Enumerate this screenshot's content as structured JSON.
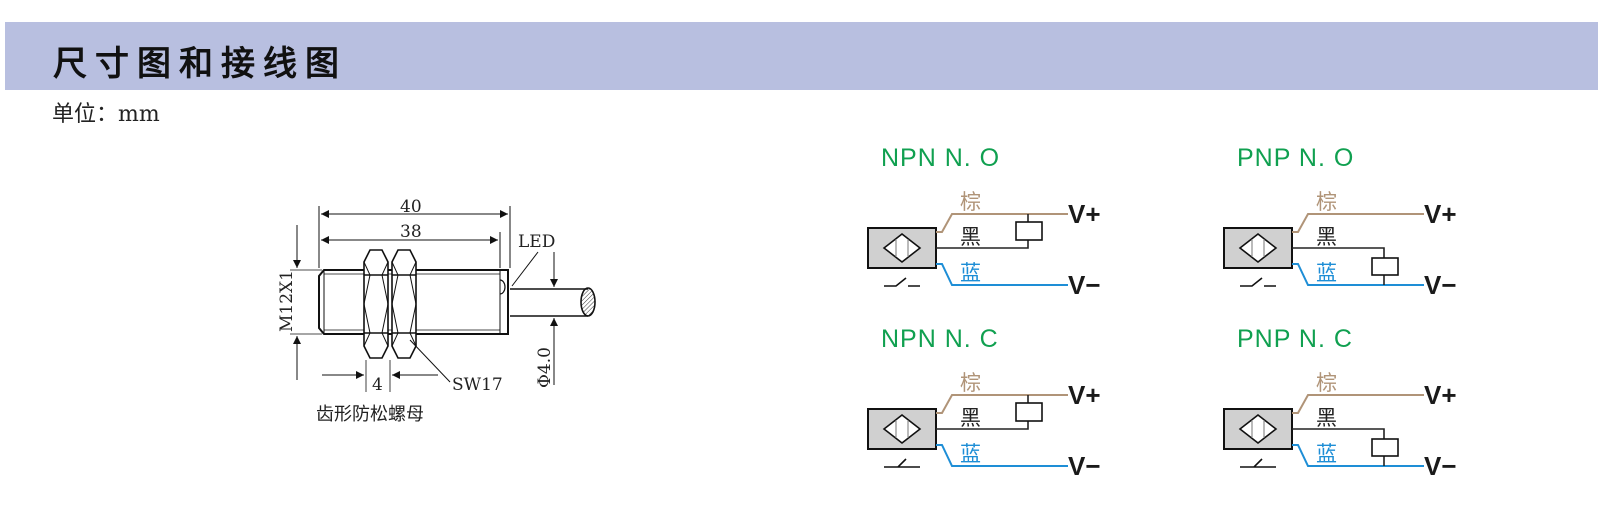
{
  "header": {
    "title": "尺寸图和接线图",
    "unit_label": "单位：mm",
    "banner_color": "#b8bfe0"
  },
  "dimension_drawing": {
    "overall_length": "40",
    "thread_length": "38",
    "thread_spec": "M12X1",
    "led_label": "LED",
    "cable_diameter": "Φ4.0",
    "nut_width": "4",
    "wrench_size": "SW17",
    "caption": "齿形防松螺母"
  },
  "wire_colors": {
    "brown": "#b09478",
    "black": "#222222",
    "blue": "#1e8ed6"
  },
  "wiring_diagrams": [
    {
      "title": "NPN  N. O",
      "type": "NPN",
      "contact": "NO",
      "brown_label": "棕",
      "black_label": "黑",
      "blue_label": "蓝",
      "vplus": "V+",
      "vminus": "V−"
    },
    {
      "title": "PNP  N. O",
      "type": "PNP",
      "contact": "NO",
      "brown_label": "棕",
      "black_label": "黑",
      "blue_label": "蓝",
      "vplus": "V+",
      "vminus": "V−"
    },
    {
      "title": "NPN  N. C",
      "type": "NPN",
      "contact": "NC",
      "brown_label": "棕",
      "black_label": "黑",
      "blue_label": "蓝",
      "vplus": "V+",
      "vminus": "V−"
    },
    {
      "title": "PNP  N. C",
      "type": "PNP",
      "contact": "NC",
      "brown_label": "棕",
      "black_label": "黑",
      "blue_label": "蓝",
      "vplus": "V+",
      "vminus": "V−"
    }
  ]
}
